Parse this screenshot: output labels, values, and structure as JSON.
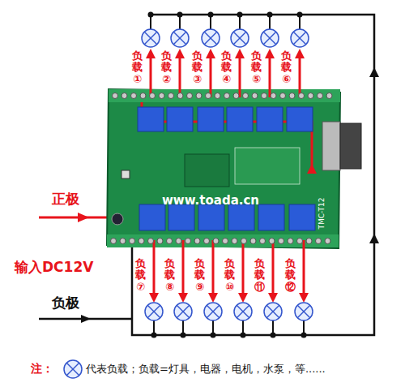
{
  "diagram": {
    "labels": [
      "负载①",
      "负载②",
      "负载③",
      "负载④",
      "负载⑤",
      "负载⑥",
      "负载⑦",
      "负载⑧",
      "负载⑨",
      "负载⑩",
      "负载⑪",
      "负载⑫",
      "正极",
      "输入DC12V",
      "负极",
      "www.toada.cn",
      "TMC-T12",
      "注："
    ],
    "legend": [
      {
        "text": "代表负载；负载=灯具，电器，电机，水泵，等......"
      }
    ]
  }
}
